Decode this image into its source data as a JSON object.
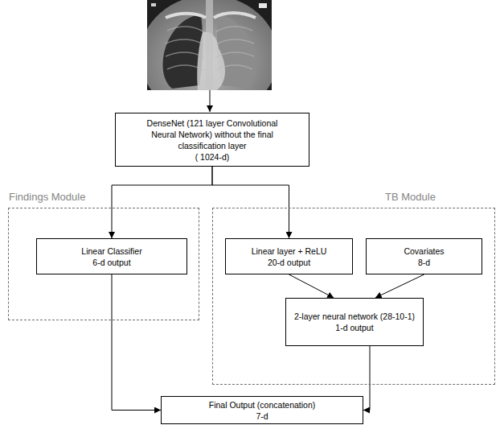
{
  "diagram": {
    "nodes": [
      {
        "text": [
          "DenseNet (121 layer Convolutional Neural Network) without the final classification layer",
          "( 1024-d)"
        ]
      },
      {
        "text": [
          "Findings Module"
        ]
      },
      {
        "text": [
          "Linear Classifier",
          "6-d output"
        ],
        "in": 1
      },
      {
        "text": [
          "TB Module"
        ]
      },
      {
        "text": [
          "Linear layer + ReLU",
          "20-d output"
        ],
        "in": 3
      },
      {
        "text": [
          "Covariates",
          "8-d"
        ],
        "in": 3
      },
      {
        "text": [
          "2-layer neural network (28-10-1)",
          "1-d output"
        ],
        "in": 3
      },
      {
        "text": [
          "Final Output (concatenation)",
          "7-d"
        ]
      }
    ],
    "edges": [
      {
        "from": 0,
        "to": 2,
        "arrow": "to"
      },
      {
        "from": 0,
        "to": 4,
        "arrow": "to"
      },
      {
        "from": 4,
        "to": 6,
        "arrow": "to"
      },
      {
        "from": 5,
        "to": 6,
        "arrow": "to"
      },
      {
        "from": 2,
        "to": 7,
        "arrow": "to"
      },
      {
        "from": 6,
        "to": 7,
        "arrow": "to"
      }
    ]
  }
}
